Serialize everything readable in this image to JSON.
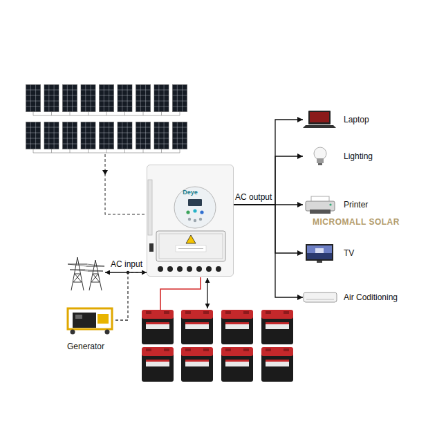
{
  "diagram": {
    "nodes": [
      {
        "text": [
          "Deye"
        ]
      },
      {
        "text": [
          "Laptop"
        ]
      },
      {
        "text": [
          "Lighting"
        ]
      },
      {
        "text": [
          "Printer"
        ]
      },
      {
        "text": [
          "TV"
        ]
      },
      {
        "text": [
          "Air Coditioning"
        ]
      },
      {
        "text": [
          "Generator"
        ]
      }
    ],
    "edges": [
      {
        "from": 0,
        "to": 1,
        "arrow": "to"
      },
      {
        "from": 0,
        "to": 2,
        "arrow": "to"
      },
      {
        "from": 0,
        "to": 3,
        "label": "AC output",
        "arrow": "to"
      },
      {
        "from": 0,
        "to": 4,
        "arrow": "to"
      },
      {
        "from": 0,
        "to": 5,
        "arrow": "to"
      },
      {
        "from": 6,
        "to": 0,
        "arrow": "none"
      }
    ],
    "labels": [
      "AC input",
      "MICROMALL SOLAR"
    ]
  }
}
